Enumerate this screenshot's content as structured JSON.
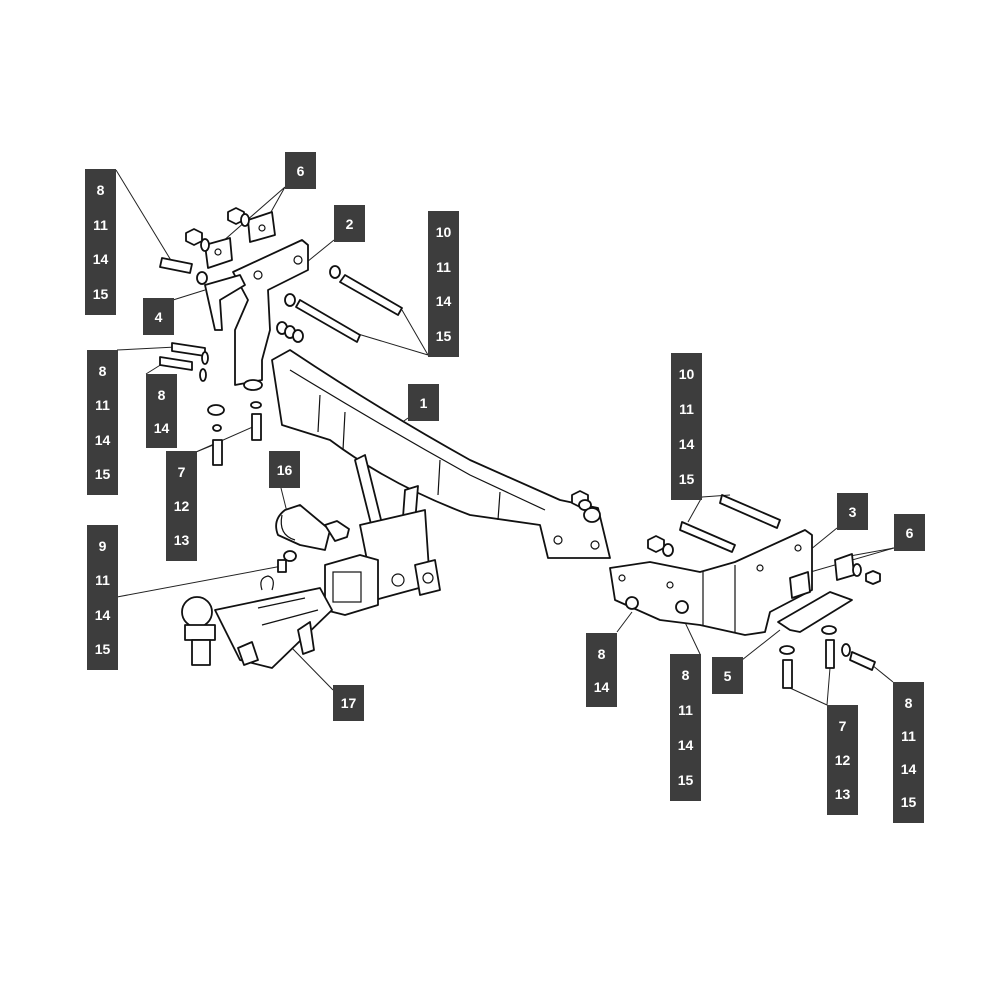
{
  "diagram": {
    "type": "exploded-parts-diagram",
    "colors": {
      "callout_bg": "#3d3d3d",
      "callout_text": "#ffffff",
      "line": "#111111"
    },
    "callouts": [
      {
        "id": "left-bolt-set-top",
        "numbers": [
          "8",
          "11",
          "14",
          "15"
        ]
      },
      {
        "id": "left-plates",
        "numbers": [
          "6"
        ]
      },
      {
        "id": "left-bracket",
        "numbers": [
          "2"
        ]
      },
      {
        "id": "left-long-bolts",
        "numbers": [
          "10",
          "11",
          "14",
          "15"
        ]
      },
      {
        "id": "left-small-bracket",
        "numbers": [
          "4"
        ]
      },
      {
        "id": "left-bolt-set-mid",
        "numbers": [
          "8",
          "11",
          "14",
          "15"
        ]
      },
      {
        "id": "left-bolt-pair",
        "numbers": [
          "8",
          "14"
        ]
      },
      {
        "id": "main-crossbar",
        "numbers": [
          "1"
        ]
      },
      {
        "id": "socket-bracket",
        "numbers": [
          "16"
        ]
      },
      {
        "id": "left-lower-bolts",
        "numbers": [
          "7",
          "12",
          "13"
        ]
      },
      {
        "id": "socket-bolt-set",
        "numbers": [
          "9",
          "11",
          "14",
          "15"
        ]
      },
      {
        "id": "ball-mount",
        "numbers": [
          "17"
        ]
      },
      {
        "id": "right-long-bolts",
        "numbers": [
          "10",
          "11",
          "14",
          "15"
        ]
      },
      {
        "id": "right-bracket",
        "numbers": [
          "3"
        ]
      },
      {
        "id": "right-plates",
        "numbers": [
          "6"
        ]
      },
      {
        "id": "right-bolt-pair",
        "numbers": [
          "8",
          "14"
        ]
      },
      {
        "id": "right-bolt-set-mid",
        "numbers": [
          "8",
          "11",
          "14",
          "15"
        ]
      },
      {
        "id": "right-small-bracket",
        "numbers": [
          "5"
        ]
      },
      {
        "id": "right-lower-bolts",
        "numbers": [
          "7",
          "12",
          "13"
        ]
      },
      {
        "id": "right-bolt-set-end",
        "numbers": [
          "8",
          "11",
          "14",
          "15"
        ]
      }
    ]
  }
}
